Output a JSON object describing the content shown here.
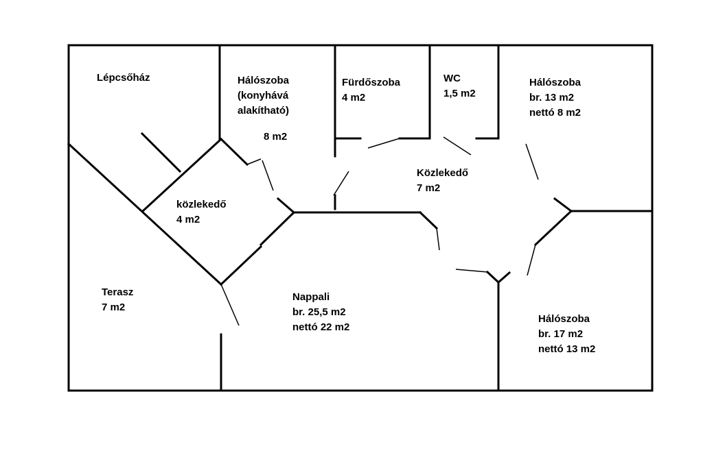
{
  "rooms": {
    "stairwell": {
      "lines": [
        "Lépcsőház"
      ]
    },
    "bedroom_kitchen": {
      "lines": [
        "Hálószoba",
        "(konyhává",
        "alakítható)"
      ],
      "area": "8 m2"
    },
    "bathroom": {
      "lines": [
        "Fürdőszoba",
        "4 m2"
      ]
    },
    "wc": {
      "lines": [
        "WC",
        "1,5 m2"
      ]
    },
    "bedroom_ne": {
      "lines": [
        "Hálószoba",
        "br. 13 m2",
        "nettó 8 m2"
      ]
    },
    "hallway_large": {
      "lines": [
        "Közlekedő",
        "7 m2"
      ]
    },
    "hallway_small": {
      "lines": [
        "közlekedő",
        "4 m2"
      ]
    },
    "terrace": {
      "lines": [
        "Terasz",
        "7 m2"
      ]
    },
    "living_room": {
      "lines": [
        "Nappali",
        "br. 25,5 m2",
        "nettó 22 m2"
      ]
    },
    "bedroom_se": {
      "lines": [
        "Hálószoba",
        "br. 17 m2",
        "nettó 13 m2"
      ]
    }
  },
  "colors": {
    "wall": "#000000",
    "background": "#ffffff"
  }
}
